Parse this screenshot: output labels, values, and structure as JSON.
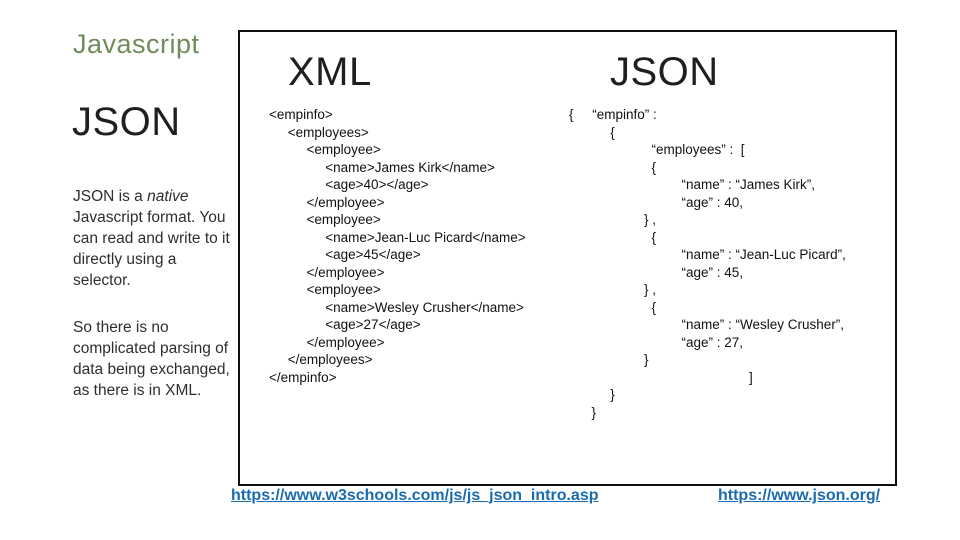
{
  "slide": {
    "section_title": "Javascript",
    "topic_title": "JSON",
    "body": {
      "p1_before": "JSON is a ",
      "p1_italic": "native",
      "p1_after": " Javascript format. You can read and write to it directly using a selector.",
      "p2": "So there is no complicated parsing of data being exchanged, as there is in XML."
    }
  },
  "comparison_panel": {
    "xml_heading": "XML",
    "json_heading": "JSON",
    "xml_code": [
      "<empinfo>",
      "     <employees>",
      "          <employee>",
      "               <name>James Kirk</name>",
      "               <age>40></age>",
      "          </employee>",
      "          <employee>",
      "               <name>Jean-Luc Picard</name>",
      "               <age>45</age>",
      "          </employee>",
      "          <employee>",
      "               <name>Wesley Crusher</name>",
      "               <age>27</age>",
      "          </employee>",
      "     </employees>",
      "</empinfo>"
    ],
    "json_code": [
      "{     “empinfo” :",
      "           {",
      "                      “employees” :  [",
      "                      {",
      "                              “name” : “James Kirk”,",
      "                              “age” : 40,",
      "                    } ,",
      "                      {",
      "                              “name” : “Jean-Luc Picard”,",
      "                              “age” : 45,",
      "                    } ,",
      "                      {",
      "                              “name” : “Wesley Crusher”,",
      "                              “age” : 27,",
      "                    }",
      "                                                ]",
      "           }",
      "      }"
    ]
  },
  "links": {
    "w3schools": "https://www.w3schools.com/js/js_json_intro.asp",
    "json_org": "https://www.json.org/"
  },
  "colors": {
    "section_title_green": "#6f8c5a",
    "link_blue": "#1a6bb0",
    "panel_border": "#0f0f0f"
  }
}
